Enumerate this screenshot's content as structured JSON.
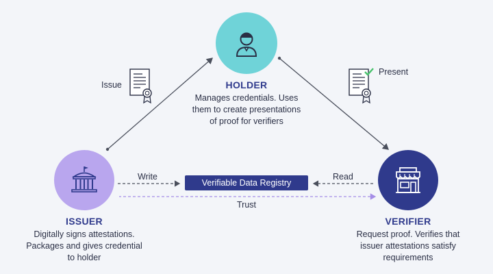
{
  "holder": {
    "title": "HOLDER",
    "description": "Manages credentials. Uses\nthem to create presentations\nof proof for verifiers",
    "color": "#6fd3d8",
    "icon": "person-icon"
  },
  "issuer": {
    "title": "ISSUER",
    "description": "Digitally signs attestations.\nPackages and gives credential\nto holder",
    "color": "#b9a6ee",
    "icon": "government-building-icon"
  },
  "verifier": {
    "title": "VERIFIER",
    "description": "Request proof. Verifies that\nissuer attestations satisfy\nrequirements",
    "color": "#2f3a8c",
    "icon": "storefront-icon"
  },
  "registry": {
    "label": "Verifiable Data Registry",
    "color": "#2f3a8c"
  },
  "edges": {
    "issue": "Issue",
    "present": "Present",
    "write": "Write",
    "read": "Read",
    "trust": "Trust"
  },
  "icons": {
    "issue_doc": "certificate-icon",
    "present_doc": "verified-certificate-icon"
  }
}
